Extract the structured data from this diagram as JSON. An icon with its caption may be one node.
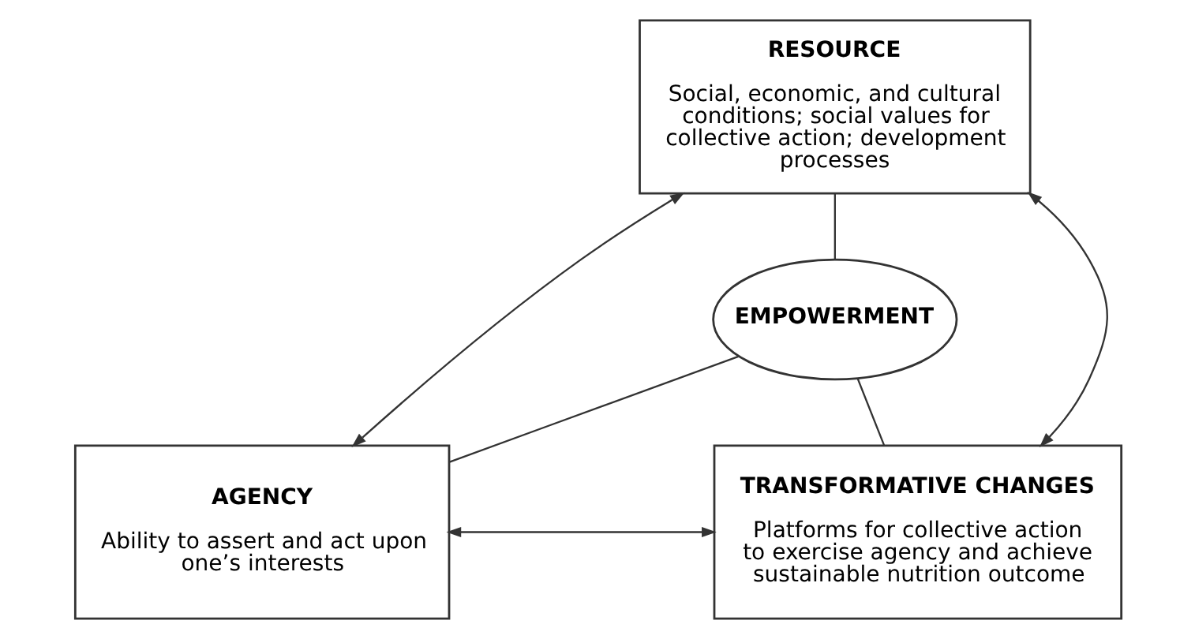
{
  "diagram": {
    "nodes": [
      {
        "text": [
          "RESOURCE",
          "Social, economic, and cultural conditions; social values for collective action; development processes"
        ]
      },
      {
        "text": [
          "EMPOWERMENT"
        ]
      },
      {
        "text": [
          "AGENCY",
          "Ability to assert and act upon one’s interests"
        ]
      },
      {
        "text": [
          "TRANSFORMATIVE CHANGES",
          "Platforms for collective action to exercise agency and achieve sustainable nutrition outcome"
        ]
      }
    ],
    "edges": [
      {
        "from": 0,
        "to": 2,
        "arrow": "both"
      },
      {
        "from": 0,
        "to": 3,
        "arrow": "both"
      },
      {
        "from": 2,
        "to": 3,
        "arrow": "both"
      },
      {
        "from": 0,
        "to": 1,
        "arrow": "none"
      },
      {
        "from": 1,
        "to": 2,
        "arrow": "none"
      },
      {
        "from": 1,
        "to": 3,
        "arrow": "none"
      }
    ]
  }
}
